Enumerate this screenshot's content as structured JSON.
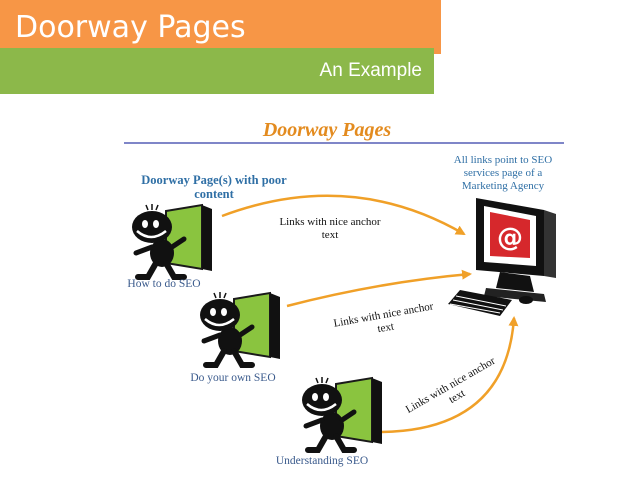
{
  "slide": {
    "title": "Doorway Pages",
    "subtitle": "An Example"
  },
  "diagram": {
    "heading": "Doorway Pages",
    "doorway_label_line1": "Doorway Page(s) with poor",
    "doorway_label_line2": "content",
    "target_label_line1": "All links point to SEO",
    "target_label_line2": "services page of a",
    "target_label_line3": "Marketing Agency",
    "link_label_1_line1": "Links with nice anchor",
    "link_label_1_line2": "text",
    "link_label_2_line1": "Links with nice anchor",
    "link_label_2_line2": "text",
    "link_label_3_line1": "Links with nice anchor",
    "link_label_3_line2": "text",
    "page_1": "How to do SEO",
    "page_2": "Do your own SEO",
    "page_3": "Understanding SEO",
    "monitor_symbol": "@"
  },
  "colors": {
    "title_bar": "#f79646",
    "subtitle_bar": "#8cb84a",
    "heading": "#e38b1f",
    "rule": "#7f86c8",
    "arrow": "#f0a028",
    "door_green": "#8ac43f",
    "label_blue": "#2f6fa5",
    "caption_blue": "#3a5a8c",
    "monitor_red": "#d6282c"
  },
  "icons": [
    "smiley-man-icon",
    "door-icon",
    "computer-icon",
    "keyboard-icon",
    "mouse-icon"
  ]
}
